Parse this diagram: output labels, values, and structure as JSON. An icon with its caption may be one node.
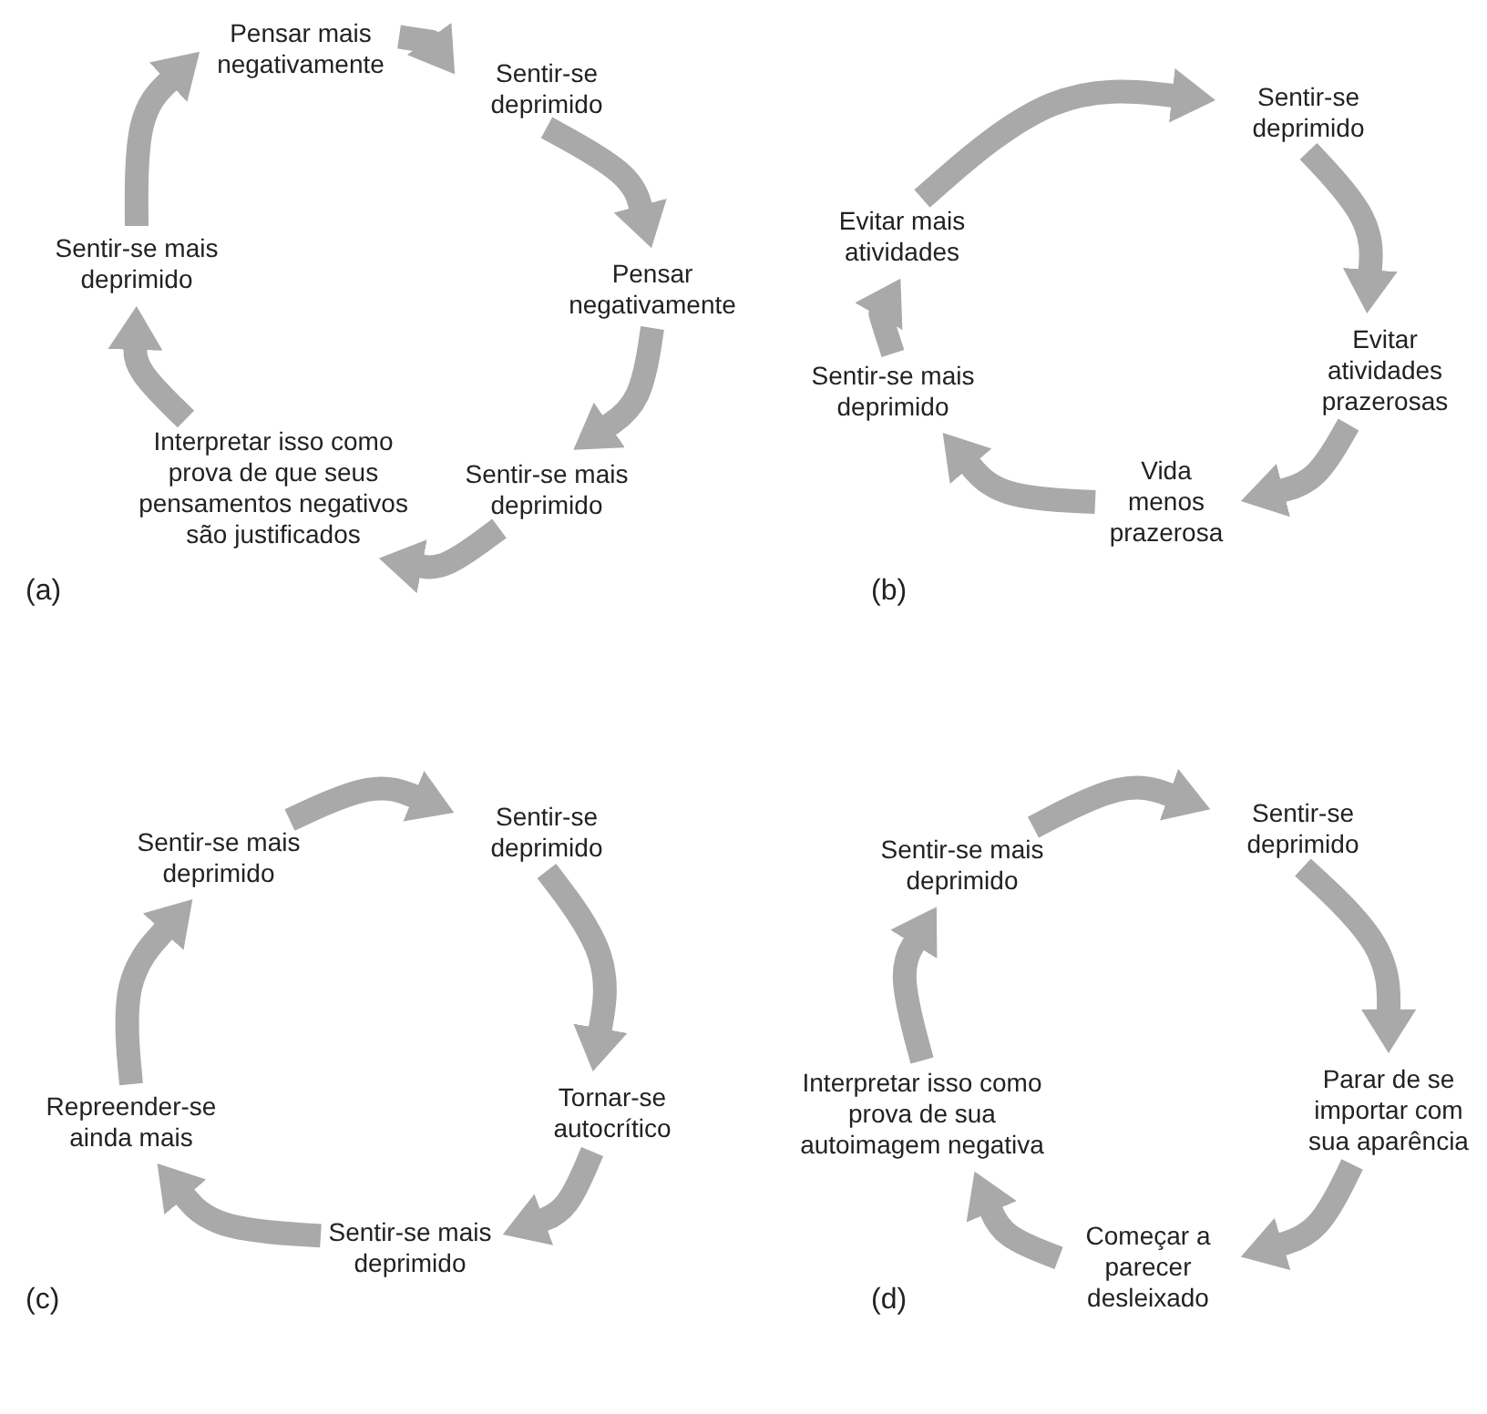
{
  "diagram": {
    "nodes": [
      {
        "text": [
          "Pensar mais negativamente"
        ]
      },
      {
        "text": [
          "Sentir-se deprimido"
        ]
      },
      {
        "text": [
          "Pensar negativamente"
        ]
      },
      {
        "text": [
          "Sentir-se mais deprimido"
        ]
      },
      {
        "text": [
          "Interpretar isso como prova de que seus pensamentos negativos são justificados"
        ]
      },
      {
        "text": [
          "Sentir-se mais deprimido"
        ]
      },
      {
        "text": [
          "Sentir-se deprimido"
        ]
      },
      {
        "text": [
          "Evitar atividades prazerosas"
        ]
      },
      {
        "text": [
          "Vida menos prazerosa"
        ]
      },
      {
        "text": [
          "Sentir-se mais deprimido"
        ]
      },
      {
        "text": [
          "Evitar mais atividades"
        ]
      },
      {
        "text": [
          "Sentir-se deprimido"
        ]
      },
      {
        "text": [
          "Tornar-se autocrítico"
        ]
      },
      {
        "text": [
          "Sentir-se mais deprimido"
        ]
      },
      {
        "text": [
          "Repreender-se ainda mais"
        ]
      },
      {
        "text": [
          "Sentir-se mais deprimido"
        ]
      },
      {
        "text": [
          "Sentir-se deprimido"
        ]
      },
      {
        "text": [
          "Parar de se importar com sua aparência"
        ]
      },
      {
        "text": [
          "Começar a parecer desleixado"
        ]
      },
      {
        "text": [
          "Interpretar isso como prova de sua autoimagem negativa"
        ]
      },
      {
        "text": [
          "Sentir-se mais deprimido"
        ]
      }
    ],
    "edges": [
      {
        "from": 0,
        "to": 1,
        "arrow": "to"
      },
      {
        "from": 1,
        "to": 2,
        "arrow": "to"
      },
      {
        "from": 2,
        "to": 3,
        "arrow": "to"
      },
      {
        "from": 3,
        "to": 4,
        "arrow": "to"
      },
      {
        "from": 4,
        "to": 5,
        "arrow": "to"
      },
      {
        "from": 5,
        "to": 0,
        "arrow": "to"
      },
      {
        "from": 6,
        "to": 7,
        "arrow": "to"
      },
      {
        "from": 7,
        "to": 8,
        "arrow": "to"
      },
      {
        "from": 8,
        "to": 9,
        "arrow": "to"
      },
      {
        "from": 9,
        "to": 10,
        "arrow": "to"
      },
      {
        "from": 10,
        "to": 6,
        "arrow": "to"
      },
      {
        "from": 11,
        "to": 12,
        "arrow": "to"
      },
      {
        "from": 12,
        "to": 13,
        "arrow": "to"
      },
      {
        "from": 13,
        "to": 14,
        "arrow": "to"
      },
      {
        "from": 14,
        "to": 15,
        "arrow": "to"
      },
      {
        "from": 15,
        "to": 11,
        "arrow": "to"
      },
      {
        "from": 16,
        "to": 17,
        "arrow": "to"
      },
      {
        "from": 17,
        "to": 18,
        "arrow": "to"
      },
      {
        "from": 18,
        "to": 19,
        "arrow": "to"
      },
      {
        "from": 19,
        "to": 20,
        "arrow": "to"
      },
      {
        "from": 20,
        "to": 16,
        "arrow": "to"
      }
    ],
    "labels": [
      "(a)",
      "(b)",
      "(c)",
      "(d)"
    ]
  }
}
